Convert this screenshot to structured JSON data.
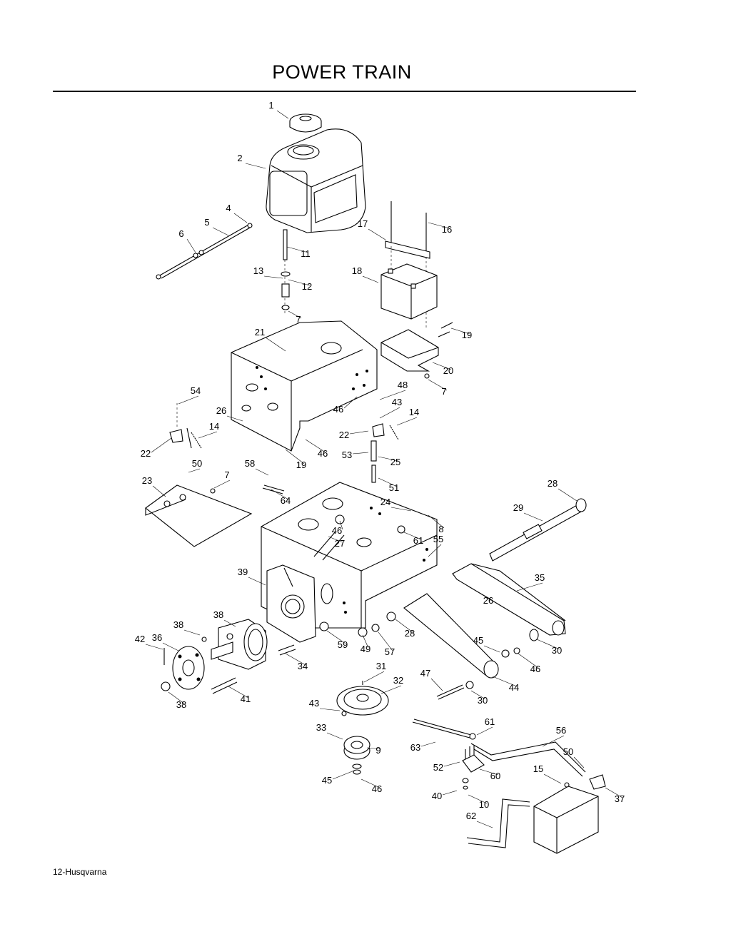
{
  "page": {
    "title": "POWER TRAIN",
    "footer": "12-Husqvarna"
  },
  "callouts": [
    {
      "n": "1"
    },
    {
      "n": "2"
    },
    {
      "n": "4"
    },
    {
      "n": "5"
    },
    {
      "n": "6"
    },
    {
      "n": "11"
    },
    {
      "n": "13"
    },
    {
      "n": "12"
    },
    {
      "n": "7"
    },
    {
      "n": "17"
    },
    {
      "n": "16"
    },
    {
      "n": "18"
    },
    {
      "n": "19"
    },
    {
      "n": "20"
    },
    {
      "n": "7"
    },
    {
      "n": "21"
    },
    {
      "n": "48"
    },
    {
      "n": "46"
    },
    {
      "n": "43"
    },
    {
      "n": "14"
    },
    {
      "n": "22"
    },
    {
      "n": "53"
    },
    {
      "n": "25"
    },
    {
      "n": "51"
    },
    {
      "n": "54"
    },
    {
      "n": "26"
    },
    {
      "n": "14"
    },
    {
      "n": "22"
    },
    {
      "n": "46"
    },
    {
      "n": "19"
    },
    {
      "n": "50"
    },
    {
      "n": "58"
    },
    {
      "n": "23"
    },
    {
      "n": "7"
    },
    {
      "n": "64"
    },
    {
      "n": "24"
    },
    {
      "n": "8"
    },
    {
      "n": "46"
    },
    {
      "n": "27"
    },
    {
      "n": "61"
    },
    {
      "n": "55"
    },
    {
      "n": "28"
    },
    {
      "n": "29"
    },
    {
      "n": "35"
    },
    {
      "n": "26"
    },
    {
      "n": "39"
    },
    {
      "n": "38"
    },
    {
      "n": "38"
    },
    {
      "n": "36"
    },
    {
      "n": "42"
    },
    {
      "n": "34"
    },
    {
      "n": "59"
    },
    {
      "n": "49"
    },
    {
      "n": "57"
    },
    {
      "n": "28"
    },
    {
      "n": "45"
    },
    {
      "n": "46"
    },
    {
      "n": "30"
    },
    {
      "n": "44"
    },
    {
      "n": "41"
    },
    {
      "n": "38"
    },
    {
      "n": "31"
    },
    {
      "n": "32"
    },
    {
      "n": "47"
    },
    {
      "n": "30"
    },
    {
      "n": "43"
    },
    {
      "n": "33"
    },
    {
      "n": "9"
    },
    {
      "n": "45"
    },
    {
      "n": "46"
    },
    {
      "n": "61"
    },
    {
      "n": "63"
    },
    {
      "n": "56"
    },
    {
      "n": "52"
    },
    {
      "n": "60"
    },
    {
      "n": "50"
    },
    {
      "n": "15"
    },
    {
      "n": "37"
    },
    {
      "n": "40"
    },
    {
      "n": "10"
    },
    {
      "n": "62"
    }
  ]
}
